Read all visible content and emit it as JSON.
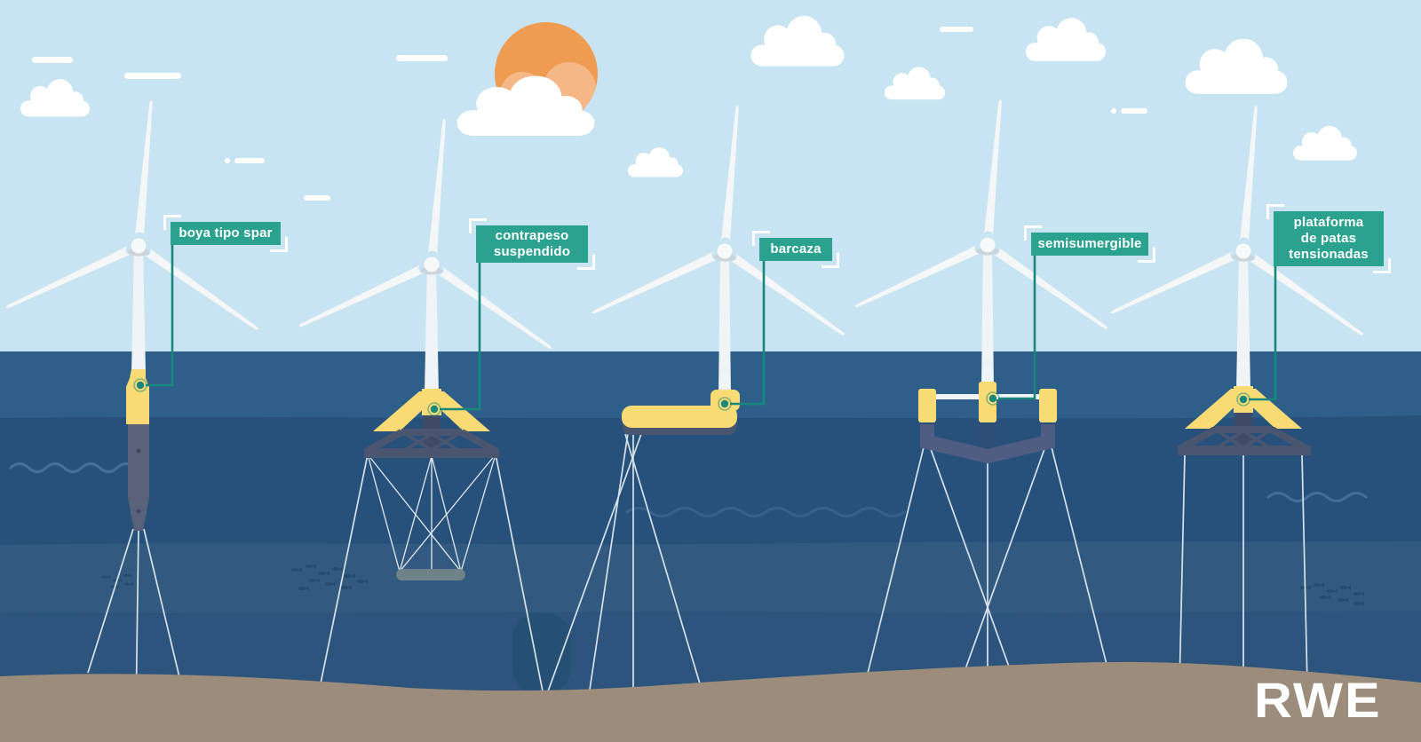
{
  "brand": {
    "logo_text": "RWE"
  },
  "labels": {
    "spar": "boya tipo spar",
    "counterweight": "contrapeso\nsuspendido",
    "barge": "barcaza",
    "semisub": "semisumergible",
    "tlp": "plataforma\nde patas\ntensionadas"
  },
  "colors": {
    "accent_teal": "#2ba190",
    "callout_line": "#17887b",
    "hull_yellow": "#f8db74",
    "structure_slate": "#4a566f",
    "spar_gray": "#59627a",
    "counterweight_gray": "#6e8287",
    "pontoon_slate": "#4f5d82",
    "sky": "#c8e3f1",
    "ocean_surface": "#2e5f8b",
    "ocean_deep": "#27517b",
    "ocean_band": "#32597f",
    "seabed_sand": "#9c8c7b",
    "sun_orange": "#ef9c53",
    "logo_color": "#ffffff"
  }
}
